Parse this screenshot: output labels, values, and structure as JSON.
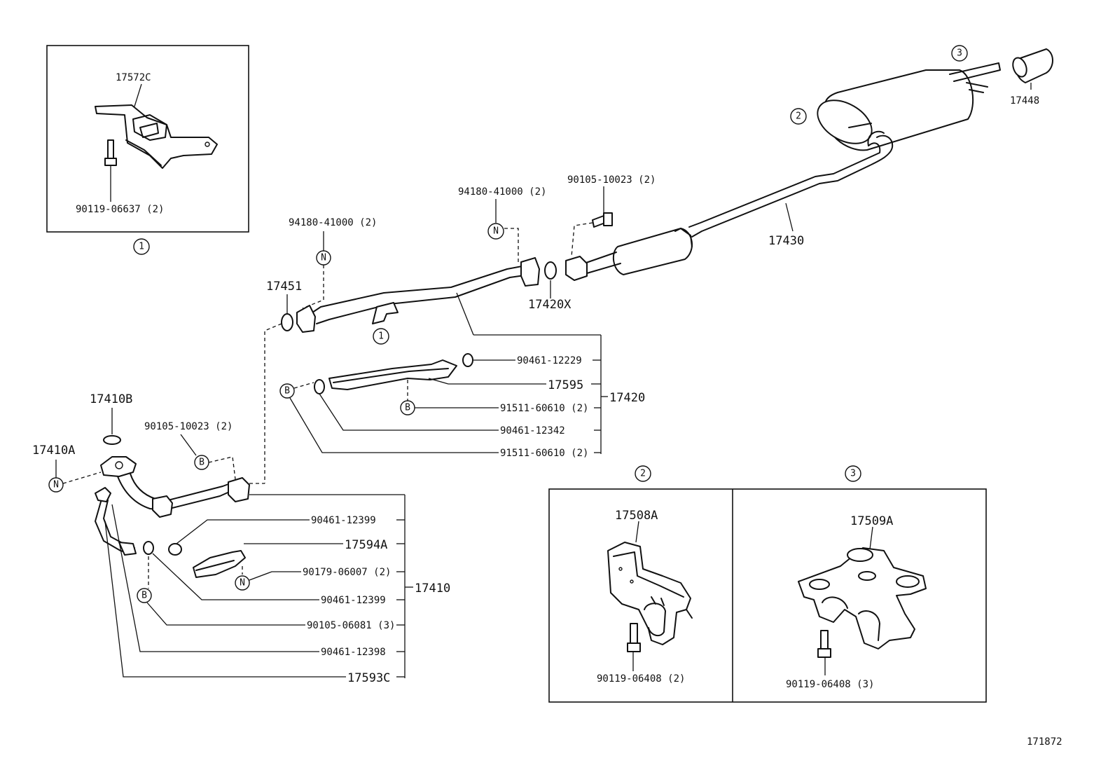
{
  "parts": {
    "p17572C": "17572C",
    "p90119_06637": "90119-06637 (2)",
    "p17448": "17448",
    "p17430": "17430",
    "p90105_10023_top": "90105-10023 (2)",
    "p94180_41000_right": "94180-41000 (2)",
    "p94180_41000_left": "94180-41000 (2)",
    "p17451": "17451",
    "p17420X": "17420X",
    "p90461_12229": "90461-12229",
    "p17595": "17595",
    "p17420": "17420",
    "p91511_60610_a": "91511-60610 (2)",
    "p90461_12342": "90461-12342",
    "p91511_60610_b": "91511-60610 (2)",
    "p17410B": "17410B",
    "p90105_10023_left": "90105-10023 (2)",
    "p17410A": "17410A",
    "p90461_12399_a": "90461-12399",
    "p17594A": "17594A",
    "p90179_06007": "90179-06007 (2)",
    "p17410": "17410",
    "p90461_12399_b": "90461-12399",
    "p90105_06081": "90105-06081 (3)",
    "p90461_12398": "90461-12398",
    "p17593C": "17593C",
    "p17508A": "17508A",
    "p90119_06408_2": "90119-06408 (2)",
    "p17509A": "17509A",
    "p90119_06408_3": "90119-06408 (3)"
  },
  "callouts": {
    "one": "1",
    "two": "2",
    "three": "3",
    "N": "N",
    "B": "B"
  },
  "diagram_number": "171872"
}
